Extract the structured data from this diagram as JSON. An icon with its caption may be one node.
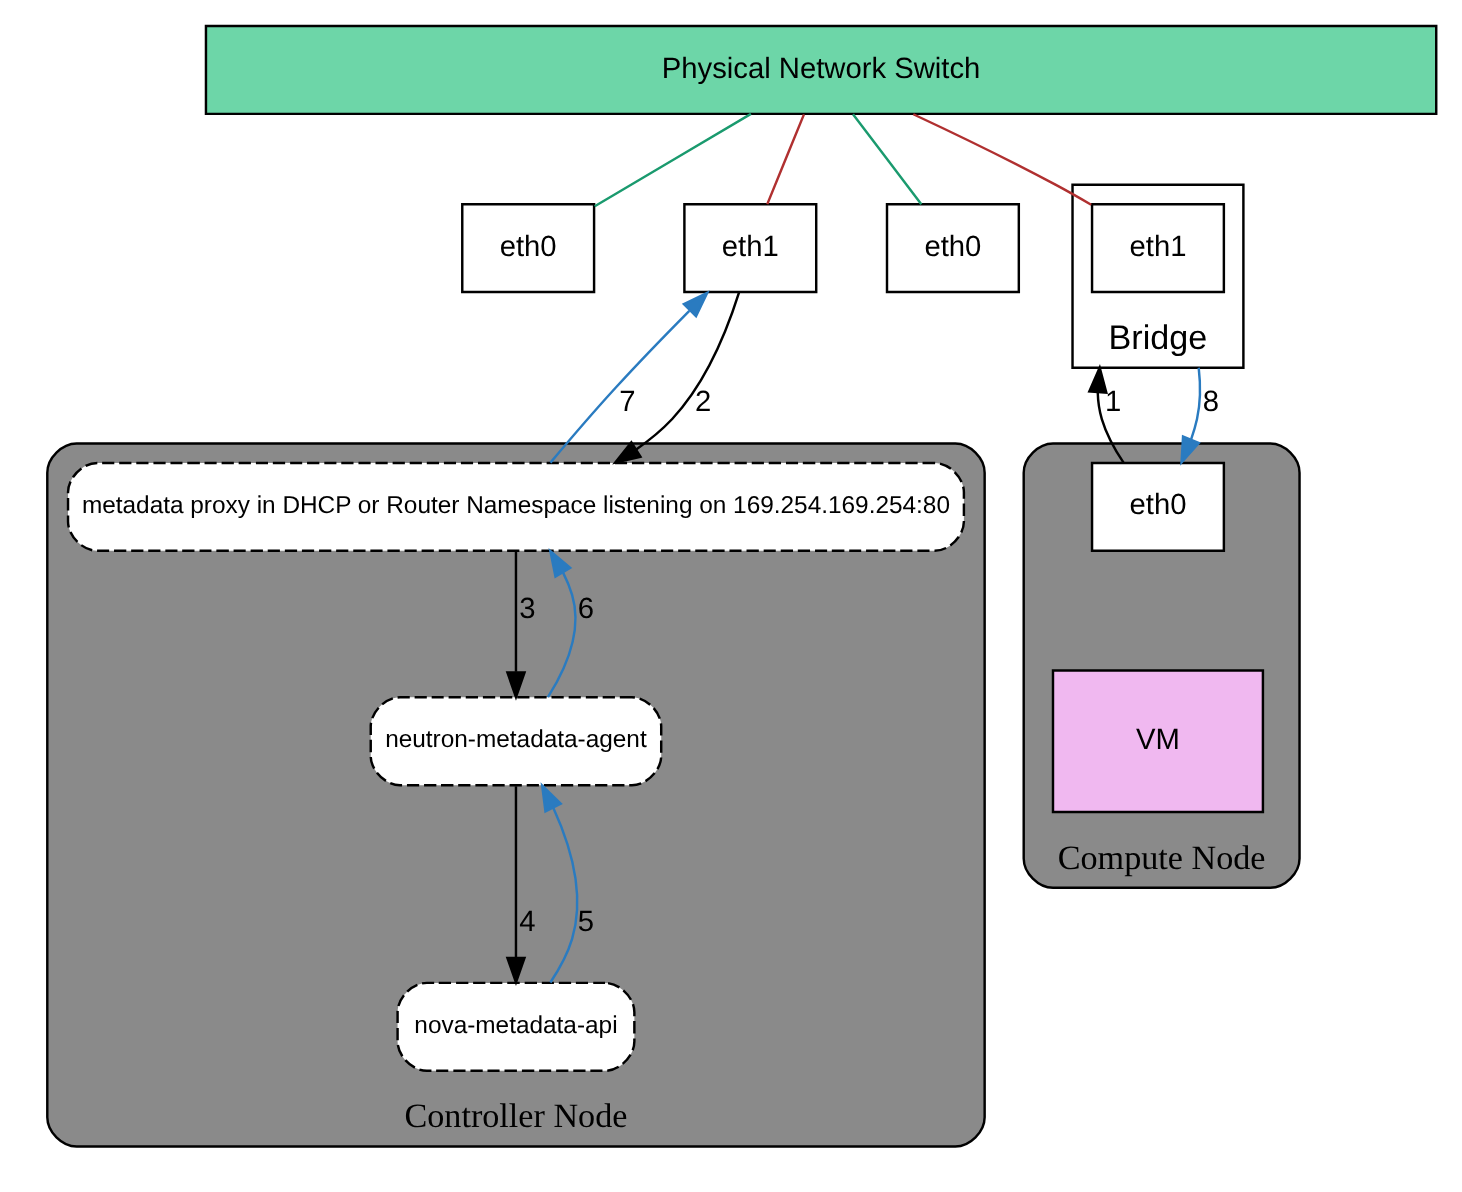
{
  "diagram": {
    "nodes": [
      {
        "text": [
          "Physical Network Switch"
        ]
      },
      {
        "text": [
          "Controller Node"
        ]
      },
      {
        "text": [
          "eth0"
        ]
      },
      {
        "text": [
          "eth1"
        ]
      },
      {
        "text": [
          "metadata proxy in DHCP or Router Namespace listening on 169.254.169.254:80"
        ],
        "in": 1
      },
      {
        "text": [
          "neutron-metadata-agent"
        ],
        "in": 1
      },
      {
        "text": [
          "nova-metadata-api"
        ],
        "in": 1
      },
      {
        "text": [
          "Compute Node"
        ]
      },
      {
        "text": [
          "eth0"
        ]
      },
      {
        "text": [
          "Bridge"
        ]
      },
      {
        "text": [
          "eth1"
        ],
        "in": 9
      },
      {
        "text": [
          "eth0"
        ],
        "in": 7
      },
      {
        "text": [
          "VM"
        ],
        "in": 7
      }
    ],
    "edges": [
      {
        "from": 0,
        "to": 2,
        "arrow": "none",
        "color": "#1a9a6e"
      },
      {
        "from": 0,
        "to": 3,
        "arrow": "none",
        "color": "#b03030"
      },
      {
        "from": 0,
        "to": 8,
        "arrow": "none",
        "color": "#1a9a6e"
      },
      {
        "from": 0,
        "to": 10,
        "arrow": "none",
        "color": "#b03030"
      },
      {
        "from": 3,
        "to": 4,
        "arrow": "to",
        "label": "2",
        "color": "#000000"
      },
      {
        "from": 4,
        "to": 3,
        "arrow": "to",
        "label": "7",
        "color": "#2a7bc0"
      },
      {
        "from": 4,
        "to": 5,
        "arrow": "to",
        "label": "3",
        "color": "#000000"
      },
      {
        "from": 5,
        "to": 4,
        "arrow": "to",
        "label": "6",
        "color": "#2a7bc0"
      },
      {
        "from": 5,
        "to": 6,
        "arrow": "to",
        "label": "4",
        "color": "#000000"
      },
      {
        "from": 6,
        "to": 5,
        "arrow": "to",
        "label": "5",
        "color": "#2a7bc0"
      },
      {
        "from": 11,
        "to": 9,
        "arrow": "to",
        "label": "1",
        "color": "#000000"
      },
      {
        "from": 9,
        "to": 11,
        "arrow": "to",
        "label": "8",
        "color": "#2a7bc0"
      }
    ]
  }
}
